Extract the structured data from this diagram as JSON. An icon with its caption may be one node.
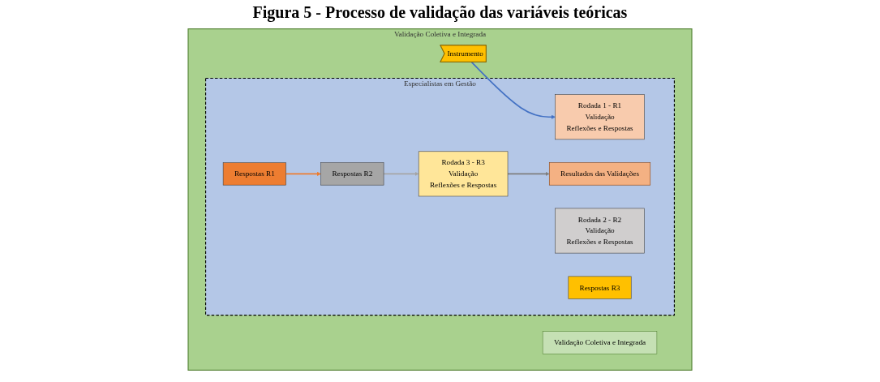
{
  "diagram": {
    "title": "Figura 5 - Processo de validação das variáveis teóricas",
    "nodes": [
      {
        "text": [
          "Validação Coletiva e Integrada"
        ]
      },
      {
        "text": [
          "Especialistas em Gestão"
        ],
        "in": 0
      },
      {
        "text": [
          "Instrumento"
        ],
        "in": 0
      },
      {
        "text": [
          "Rodada 1 - R1",
          "Validação",
          "Reflexões e Respostas"
        ],
        "in": 1
      },
      {
        "text": [
          "Respostas R1"
        ],
        "in": 1
      },
      {
        "text": [
          "Respostas R2"
        ],
        "in": 1
      },
      {
        "text": [
          "Rodada 2 - R2",
          "Validação",
          "Reflexões e Respostas"
        ],
        "in": 1
      },
      {
        "text": [
          "Rodada 3 - R3",
          "Validação",
          "Reflexões e Respostas"
        ],
        "in": 1
      },
      {
        "text": [
          "Respostas R3"
        ],
        "in": 1
      },
      {
        "text": [
          "Resultados das Validações"
        ],
        "in": 1
      },
      {
        "text": [
          "Validação Coletiva e Integrada"
        ],
        "in": 0
      }
    ],
    "edges": [
      {
        "from": 2,
        "to": 3,
        "arrow": "to",
        "color": "#4472c4"
      },
      {
        "from": 4,
        "to": 5,
        "arrow": "to",
        "color": "#ed7d31"
      },
      {
        "from": 5,
        "to": 7,
        "arrow": "to",
        "color": "#a6a6a6"
      },
      {
        "from": 7,
        "to": 9,
        "arrow": "to",
        "color": "#7f7f7f"
      }
    ]
  }
}
